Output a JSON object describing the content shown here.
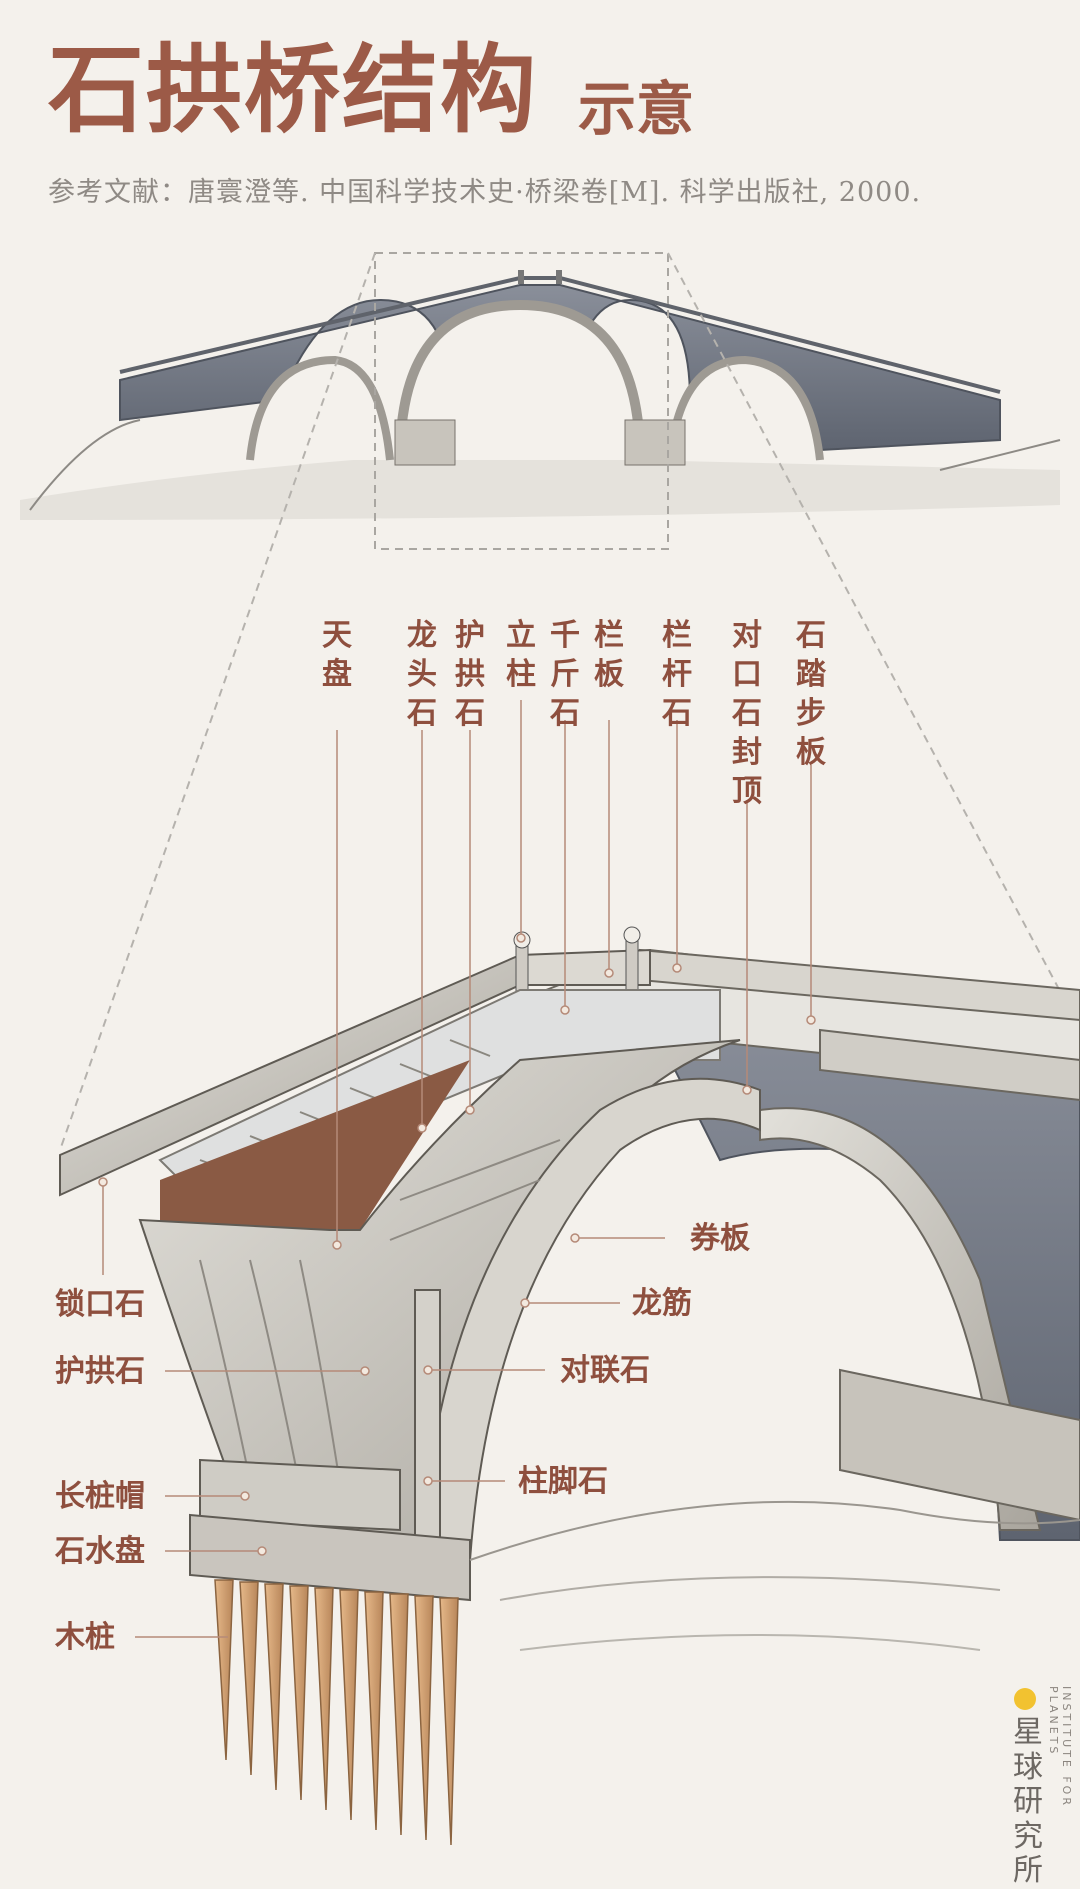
{
  "header": {
    "title_main": "石拱桥结构",
    "title_sub": "示意",
    "reference": "参考文献：唐寰澄等. 中国科学技术史·桥梁卷[M]. 科学出版社, 2000."
  },
  "labels_top": [
    {
      "id": "tianpan",
      "text": "天盘"
    },
    {
      "id": "longtoushi",
      "text": "龙头石"
    },
    {
      "id": "hugongshi-top",
      "text": "护拱石"
    },
    {
      "id": "lizhu",
      "text": "立柱"
    },
    {
      "id": "qianjinshi",
      "text": "千斤石"
    },
    {
      "id": "lanban",
      "text": "栏板"
    },
    {
      "id": "langanshi",
      "text": "栏杆石"
    },
    {
      "id": "duikoushi",
      "text": "对口石封顶"
    },
    {
      "id": "shitabuban",
      "text": "石踏步板"
    }
  ],
  "labels_left": [
    {
      "id": "suokoushi",
      "text": "锁口石"
    },
    {
      "id": "hugongshi-left",
      "text": "护拱石"
    },
    {
      "id": "changzhuangmao",
      "text": "长桩帽"
    },
    {
      "id": "shishuipan",
      "text": "石水盘"
    },
    {
      "id": "muzhuang",
      "text": "木桩"
    }
  ],
  "labels_right": [
    {
      "id": "quanban",
      "text": "券板"
    },
    {
      "id": "longjin",
      "text": "龙筋"
    },
    {
      "id": "duilianshi",
      "text": "对联石"
    },
    {
      "id": "zhujiaoshi",
      "text": "柱脚石"
    }
  ],
  "brand": {
    "name": "星球研究所",
    "english": "INSTITUTE FOR PLANETS",
    "dot_color": "#f2c230"
  },
  "colors": {
    "title": "#9c5a47",
    "label": "#8e4f3e",
    "leader": "#b58a78",
    "stone": "#c9c6bf",
    "brick": "#6d7280",
    "fill": "#8a5a44",
    "pile": "#d9a878"
  }
}
